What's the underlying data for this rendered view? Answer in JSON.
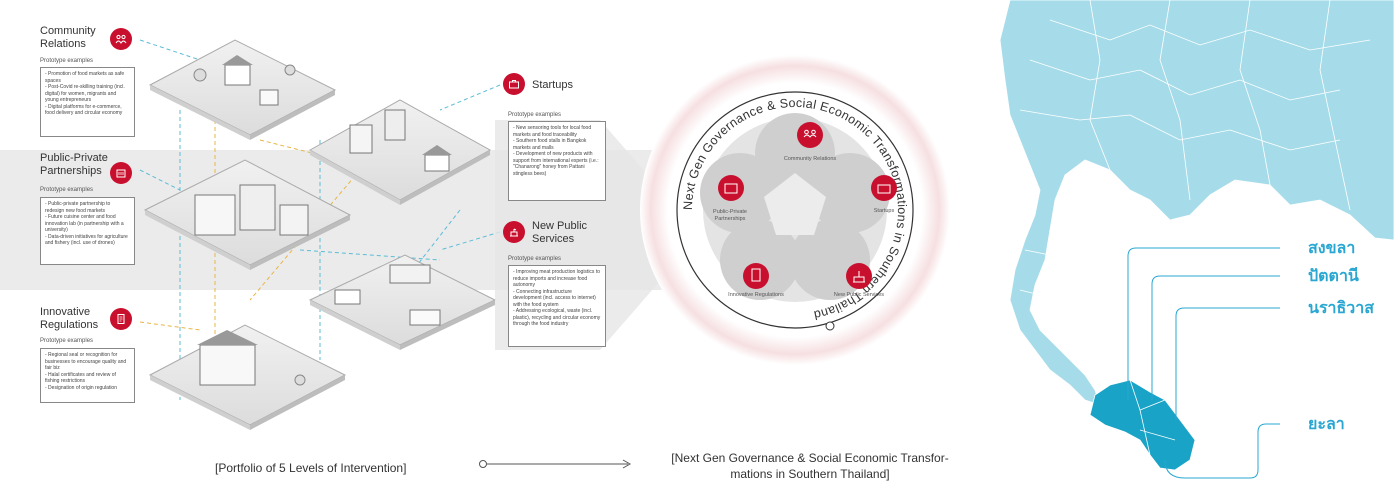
{
  "categories": {
    "community": {
      "title": "Community Relations",
      "prototype": "Prototype examples",
      "items": "- Promotion of food markets as safe spaces\n- Post-Covid re-skilling training (incl. digital) for women, migrants and young entrepreneurs\n- Digital platforms for e-commerce, food delivery and circular economy"
    },
    "ppp": {
      "title": "Public-Private Partnerships",
      "prototype": "Prototype examples",
      "items": "- Public-private partnership to redesign new food markets\n- Future cuisine center and food innovation lab (in partnership with a university)\n- Data-driven initiatives for agriculture and fishery (incl. use of drones)"
    },
    "regulations": {
      "title": "Innovative Regulations",
      "prototype": "Prototype examples",
      "items": "- Regional seal or recognition for businesses to encourage quality and fair biz\n- Halal certificates and review of fishing restrictions\n- Designation of origin regulation"
    },
    "startups": {
      "title": "Startups",
      "prototype": "Prototype examples",
      "items": "- New sensoring tools for local food markets and food traceability\n- Southern food stalls in Bangkok markets and malls\n- Development of new products with support from international experts (i.e.: \"Chanarong\" honey from Pattani stingless bees)"
    },
    "public": {
      "title": "New Public Services",
      "prototype": "Prototype examples",
      "items": "- Improving meat production logistics to reduce imports and increase food autonomy\n- Connecting infrastructure development (incl. access to internet) with the food system\n- Addressing ecological, waste (incl. plastic), recycling and circular economy through the food industry"
    }
  },
  "circle": {
    "arc_text": "Next Gen Governance & Social Economic Transformations in Southern Thailand",
    "nodes": {
      "community": "Community Relations",
      "startups": "Startups",
      "public": "New Public Services",
      "regulations": "Innovative Regulations",
      "ppp": "Public-Private Partnerships"
    }
  },
  "captions": {
    "left": "[Portfolio of 5 Levels of Intervention]",
    "right_line1": "[Next Gen Governance & Social Economic Transfor-",
    "right_line2": "mations in Southern Thailand]"
  },
  "map": {
    "provinces": [
      "สงขลา",
      "ปัตตานี",
      "นราธิวาส",
      "ยะลา"
    ],
    "colors": {
      "land": "#a6dce9",
      "highlight": "#19a3c6",
      "border": "#ffffff",
      "label": "#29a7d2"
    }
  },
  "colors": {
    "accent": "#c8102e"
  }
}
